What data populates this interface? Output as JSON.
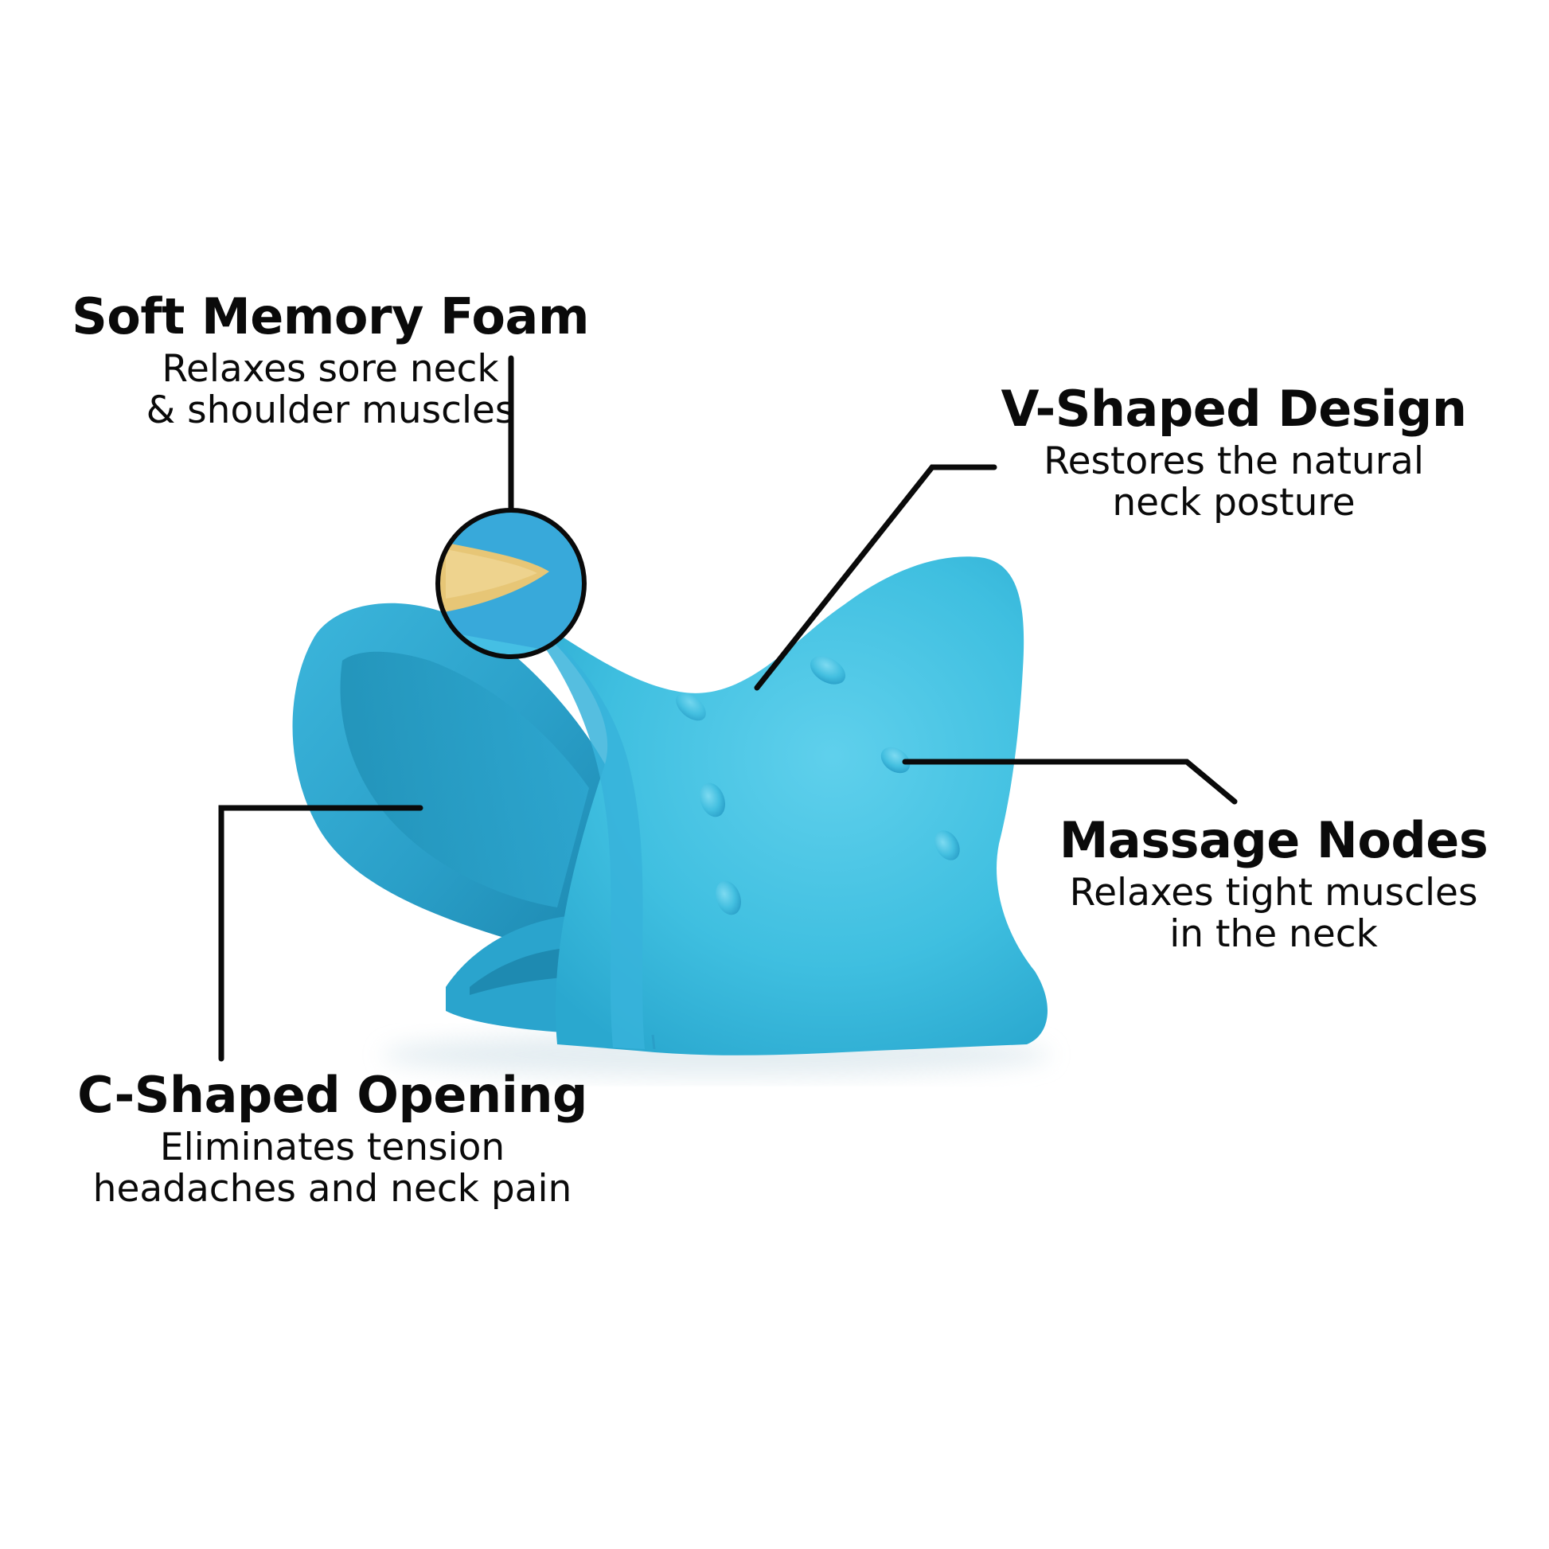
{
  "product": {
    "name": "neck-stretcher-pillow",
    "color": "#3fbfe0",
    "shadow_color": "#1f8fb5",
    "highlight_color": "#6fd6ef",
    "foam_core_color": "#e8c878"
  },
  "features": [
    {
      "id": "soft-memory-foam",
      "title": "Soft Memory Foam",
      "lines": [
        "Relaxes sore neck",
        "& shoulder muscles"
      ]
    },
    {
      "id": "v-shaped-design",
      "title": "V-Shaped Design",
      "lines": [
        "Restores the natural",
        "neck posture"
      ]
    },
    {
      "id": "massage-nodes",
      "title": "Massage Nodes",
      "lines": [
        "Relaxes tight muscles",
        "in the neck"
      ]
    },
    {
      "id": "c-shaped-opening",
      "title": "C-Shaped Opening",
      "lines": [
        "Eliminates tension",
        "headaches and neck pain"
      ]
    }
  ],
  "style": {
    "background": "#ffffff",
    "text_color": "#0a0a0a",
    "leader_line_color": "#0a0a0a"
  }
}
